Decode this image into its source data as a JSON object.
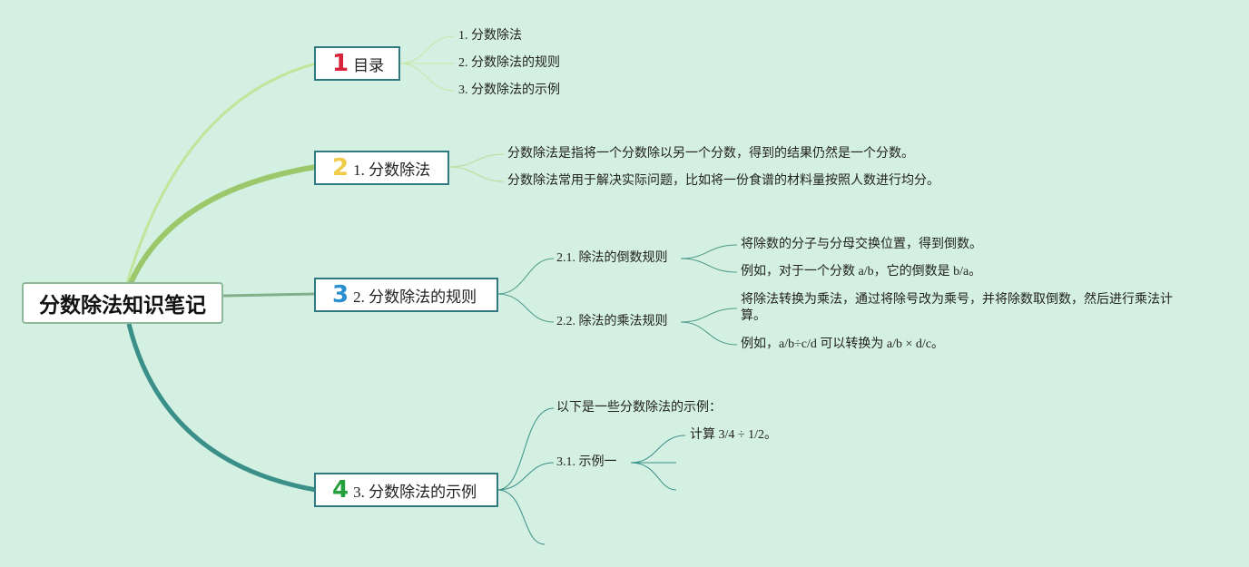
{
  "root": {
    "title": "分数除法知识笔记"
  },
  "branches": [
    {
      "num": "1",
      "num_color": "#d8233a",
      "label": "目录",
      "items": [
        "1. 分数除法",
        "2. 分数除法的规则",
        "3. 分数除法的示例"
      ]
    },
    {
      "num": "2",
      "num_color": "#f0cc4a",
      "label": "1. 分数除法",
      "items": [
        "分数除法是指将一个分数除以另一个分数，得到的结果仍然是一个分数。",
        "分数除法常用于解决实际问题，比如将一份食谱的材料量按照人数进行均分。"
      ]
    },
    {
      "num": "3",
      "num_color": "#2b8fd0",
      "label": "2. 分数除法的规则",
      "subs": [
        {
          "label": "2.1. 除法的倒数规则",
          "items": [
            "将除数的分子与分母交换位置，得到倒数。",
            "例如，对于一个分数 a/b，它的倒数是 b/a。"
          ]
        },
        {
          "label": "2.2. 除法的乘法规则",
          "items": [
            "将除法转换为乘法，通过将除号改为乘号，并将除数取倒数，然后进行乘法计算。",
            "例如，a/b÷c/d 可以转换为 a/b × d/c。"
          ]
        }
      ]
    },
    {
      "num": "4",
      "num_color": "#26a03c",
      "label": "3. 分数除法的示例",
      "intro": "以下是一些分数除法的示例：",
      "sub": {
        "label": "3.1. 示例一",
        "items": [
          "计算 3/4 ÷ 1/2。"
        ]
      }
    }
  ],
  "colors": {
    "background": "#d4f0e2",
    "node_border": "#2e7a80"
  }
}
